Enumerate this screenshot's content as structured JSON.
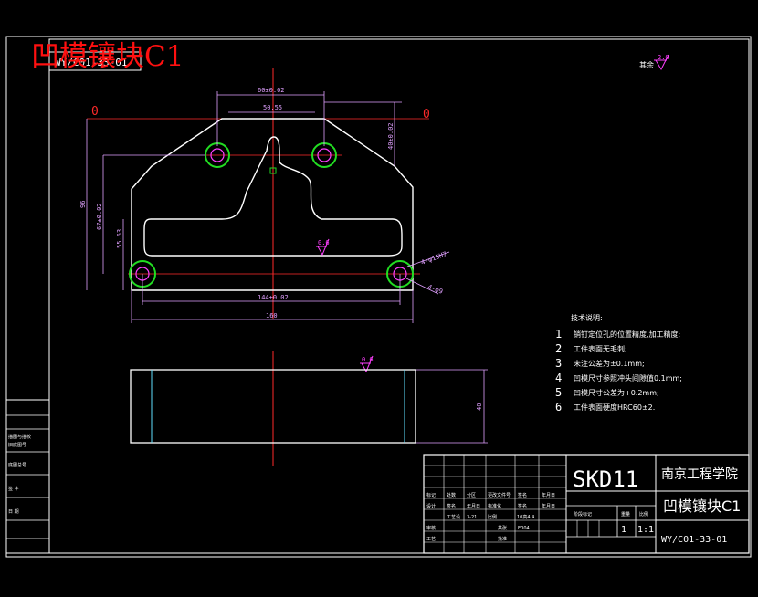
{
  "colors": {
    "background": "#000000",
    "border": "#ffffff",
    "dim_magenta": "#ff40ff",
    "center_red": "#ff2a2a",
    "hole_green": "#22dd22",
    "title_red": "#ff1010",
    "cyan": "#60e0ff",
    "yellow": "#ffff66"
  },
  "drawing": {
    "big_title": "凹模镶块C1",
    "drawing_no_tag": "WY/C01-33-01",
    "zero_left": "0",
    "zero_right": "0",
    "roughness_global_value": "2.0",
    "roughness_global_label": "其余",
    "roughness_value_1": "0.6",
    "roughness_value_2": "0.6"
  },
  "dimensions": {
    "top_width": "60±0.02",
    "inner_width": "50.55",
    "right_height": "40±0.02",
    "left_total": "96",
    "left_hole_spacing": "67±0.02",
    "left_mid": "55.63",
    "hole_label_a": "4-φ15H7",
    "hole_label_b": "4-φ9",
    "bottom_hole_spacing": "144±0.02",
    "bottom_total": "160",
    "side_thickness": "40"
  },
  "tech_notes": {
    "heading": "技术说明:",
    "items": [
      {
        "num": "1",
        "text": "销钉定位孔的位置精度,加工精度;"
      },
      {
        "num": "2",
        "text": "工件表面无毛刺;"
      },
      {
        "num": "3",
        "text": "未注公差为±0.1mm;"
      },
      {
        "num": "4",
        "text": "凹模尺寸参照冲头间隙值0.1mm;"
      },
      {
        "num": "5",
        "text": "凹模尺寸公差为+0.2mm;"
      },
      {
        "num": "6",
        "text": "工件表面硬度HRC60±2."
      }
    ]
  },
  "left_strip": {
    "labels": [
      "描图与描校",
      "旧底图号",
      "底图总号",
      "签 字",
      "日 期"
    ]
  },
  "title_block": {
    "material": "SKD11",
    "school": "南京工程学院",
    "part_name": "凹模镶块C1",
    "drawing_no": "WY/C01-33-01",
    "row_mark": [
      "标记",
      "处数",
      "分区",
      "更改文件号",
      "签名",
      "年月日"
    ],
    "row_design": [
      "设计",
      "签名",
      "年月日",
      "标准化",
      "签名",
      "年月日"
    ],
    "process_label": "工艺设",
    "process_date": "3-21",
    "scale_val_label": "比例",
    "scale_val": "10高4.4",
    "audit": "审核",
    "approve": "批准",
    "craft": "工艺",
    "sheet_label": "共张",
    "sheet_val": "E004",
    "stage_label": "阶段标记",
    "weight_label": "重量",
    "scale_label": "比例",
    "qty": "1",
    "scale": "1:1"
  }
}
